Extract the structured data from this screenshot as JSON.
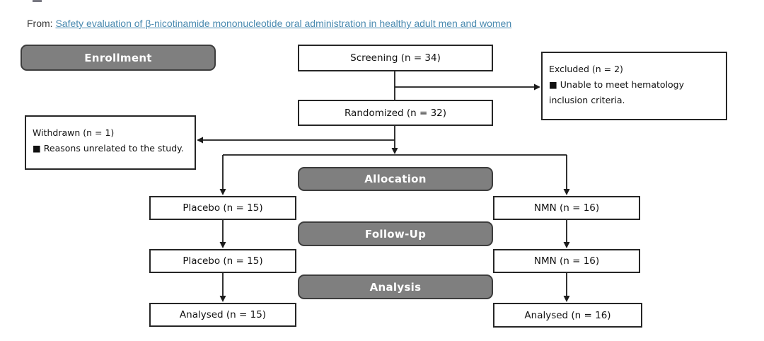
{
  "header": {
    "from_label": "From:",
    "article_link": "Safety evaluation of β-nicotinamide mononucleotide oral administration in healthy adult men and women"
  },
  "colors": {
    "stage_fill": "#7f7f7f",
    "stage_border": "#3d3d3d",
    "node_border": "#262626",
    "connector_line": "#1c1c1c",
    "link": "#4a8ab0"
  },
  "flowchart": {
    "type": "consort-flow-diagram",
    "stages": [
      {
        "id": "enrollment",
        "label": "Enrollment"
      },
      {
        "id": "allocation",
        "label": "Allocation"
      },
      {
        "id": "follow_up",
        "label": "Follow-Up"
      },
      {
        "id": "analysis",
        "label": "Analysis"
      }
    ],
    "nodes": {
      "screening": {
        "label": "Screening (n = 34)"
      },
      "excluded": {
        "lines": [
          "Excluded  (n = 2)",
          "■  Unable to meet hematology",
          "inclusion criteria."
        ]
      },
      "randomized": {
        "label": "Randomized (n = 32)"
      },
      "withdrawn": {
        "lines": [
          "Withdrawn (n = 1)",
          "■ Reasons unrelated to the study."
        ]
      },
      "placebo_allocated": {
        "label": "Placebo (n = 15)"
      },
      "nmn_allocated": {
        "label": "NMN (n = 16)"
      },
      "placebo_followup": {
        "label": "Placebo (n = 15)"
      },
      "nmn_followup": {
        "label": "NMN (n = 16)"
      },
      "placebo_analysed": {
        "label": "Analysed (n = 15)"
      },
      "nmn_analysed": {
        "label": "Analysed (n = 16)"
      }
    }
  }
}
